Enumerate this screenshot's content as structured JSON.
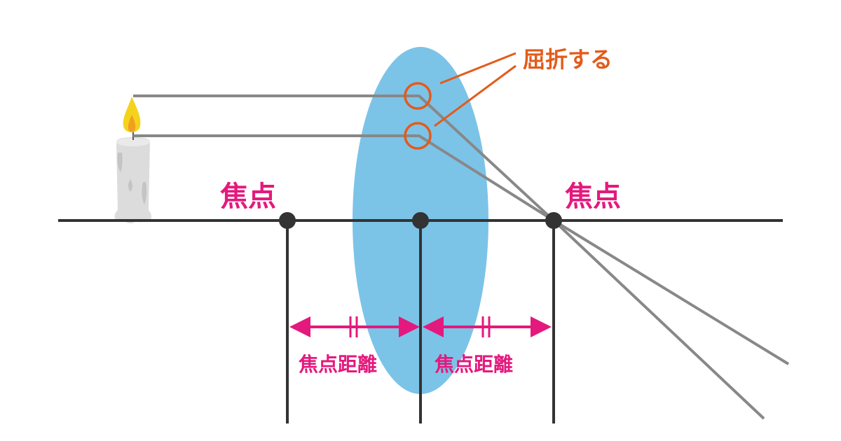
{
  "labels": {
    "focus_left": "焦点",
    "focus_right": "焦点",
    "focal_length_left": "焦点距離",
    "focal_length_right": "焦点距離",
    "refraction": "屈折する"
  },
  "colors": {
    "lens": "#7cc3e8",
    "axis": "#333333",
    "ray": "#888888",
    "magenta": "#e4197d",
    "orange": "#e35b1a",
    "flame_outer": "#f5d31c",
    "flame_inner": "#f0a020",
    "candle_body": "#dcdcdc",
    "candle_shade": "#c4c4c4"
  }
}
